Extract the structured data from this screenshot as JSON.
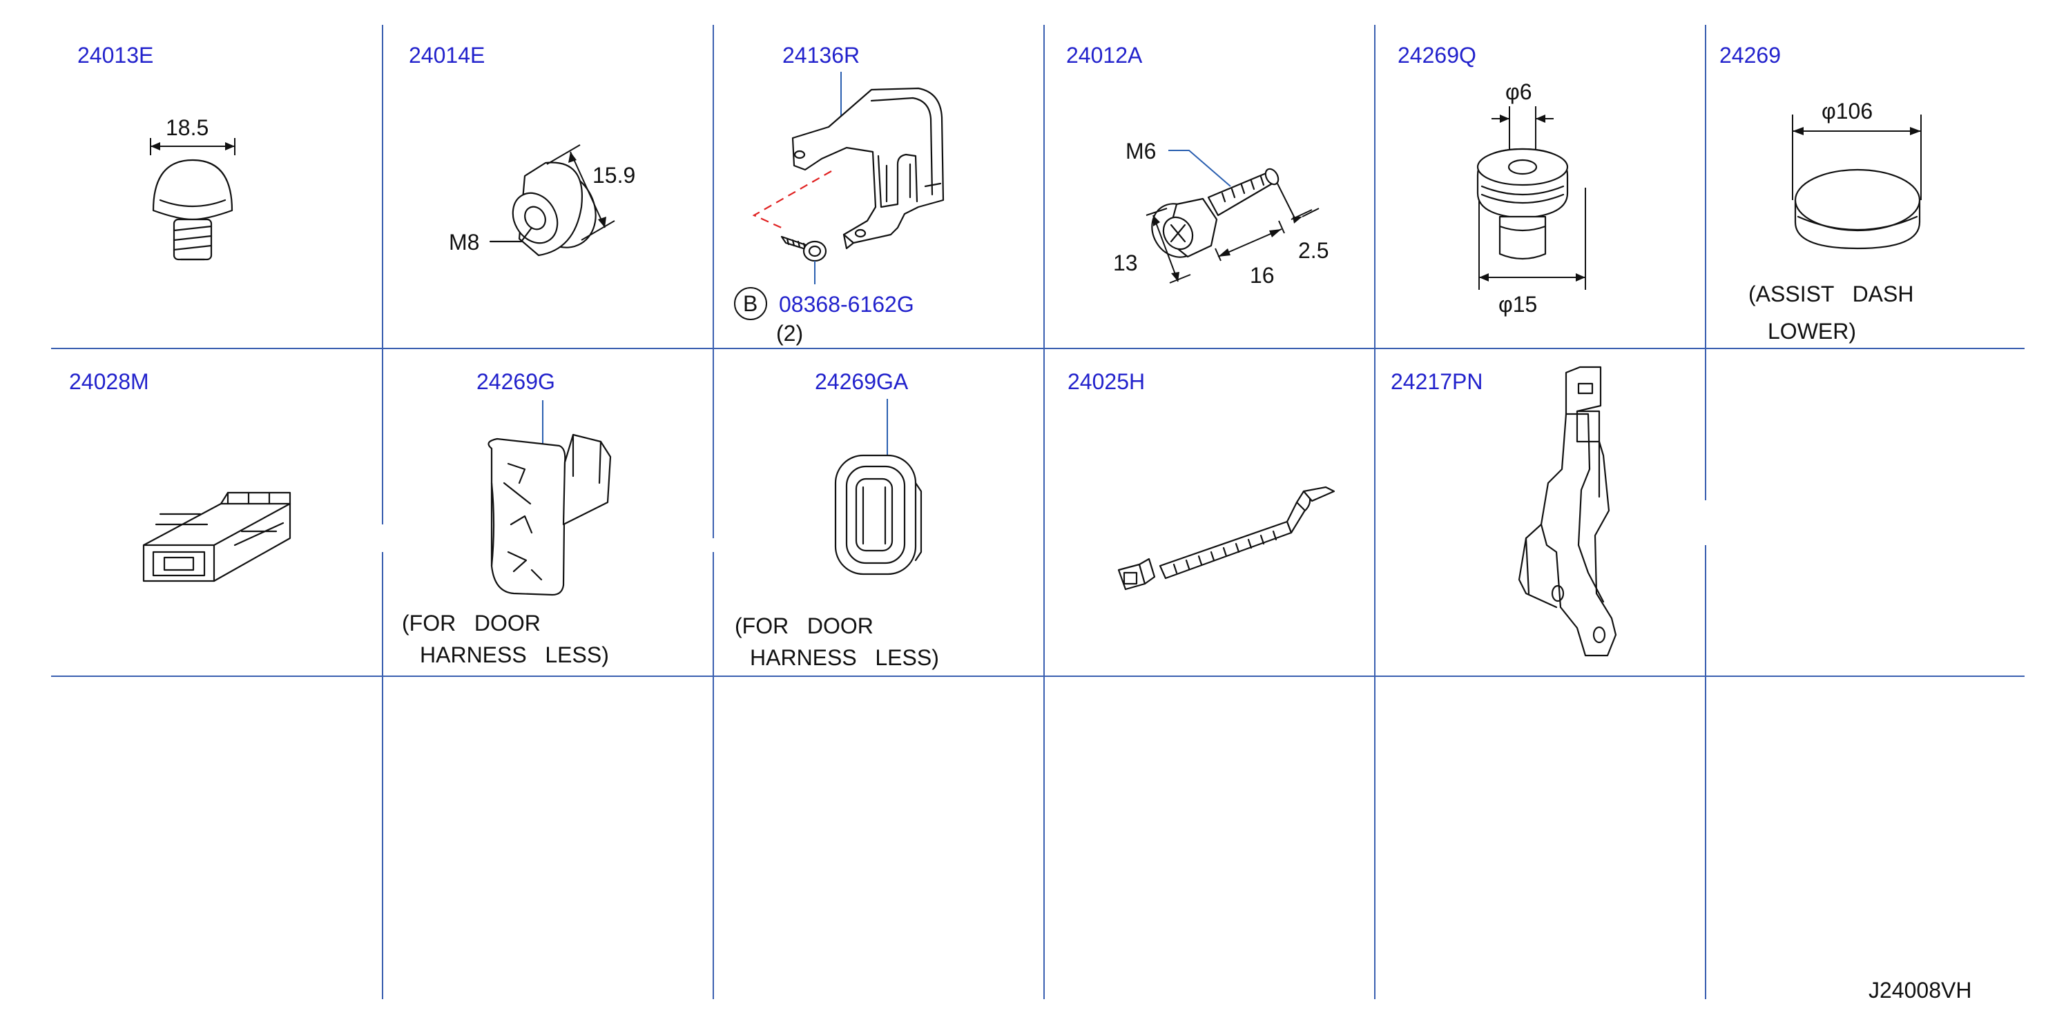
{
  "parts": {
    "c1": {
      "pn": "24013E",
      "dim": "18.5"
    },
    "c2": {
      "pn": "24014E",
      "dim": "15.9",
      "thread": "M8"
    },
    "c3": {
      "pn": "24136R",
      "bolt_pn": "08368-6162G",
      "qty": "(2)",
      "ref": "B"
    },
    "c4": {
      "pn": "24012A",
      "thread": "M6",
      "dim_a": "13",
      "dim_b": "16",
      "dim_c": "2.5"
    },
    "c5": {
      "pn": "24269Q",
      "dia_top": "φ6",
      "dia_bottom": "φ15"
    },
    "c6": {
      "pn": "24269",
      "dia": "φ106",
      "note_1": "(ASSIST   DASH",
      "note_2": "LOWER)"
    },
    "c7": {
      "pn": "24028M"
    },
    "c8": {
      "pn": "24269G",
      "note_1": "(FOR   DOOR",
      "note_2": "HARNESS   LESS)"
    },
    "c9": {
      "pn": "24269GA",
      "note_1": "(FOR   DOOR",
      "note_2": "HARNESS   LESS)"
    },
    "c10": {
      "pn": "24025H"
    },
    "c11": {
      "pn": "24217PN"
    }
  },
  "diagram_code": "J24008VH",
  "colors": {
    "part_number": "#2222cc",
    "grid": "#3a5fb0",
    "phantom": "#e02020"
  }
}
